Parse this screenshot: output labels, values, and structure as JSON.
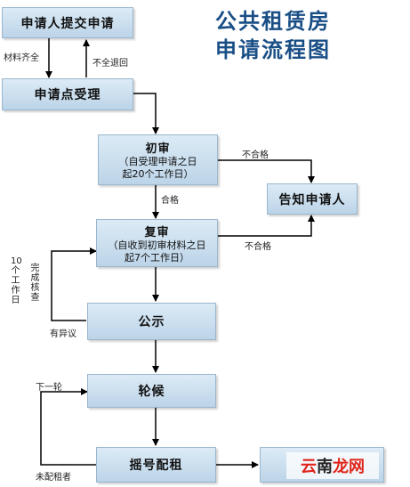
{
  "title": {
    "line1": "公共租赁房",
    "line2": "申请流程图"
  },
  "nodes": {
    "submit": "申请人提交申请",
    "accept": "申请点受理",
    "first_review": {
      "title": "初审",
      "line1": "（自受理申请之日",
      "line2": "起20个工作日）"
    },
    "notify": "告知申请人",
    "second_review": {
      "title": "复审",
      "line1": "（自收到初审材料之日",
      "line2": "起7个工作日）"
    },
    "publicity": "公示",
    "waiting": "轮候",
    "lottery": "摇号配租"
  },
  "labels": {
    "materials_complete": "材料齐全",
    "incomplete_return": "不全退回",
    "pass": "合格",
    "fail_first": "不合格",
    "fail_second": "不合格",
    "objection": "有异议",
    "next_round": "下一轮",
    "not_allocated": "未配租者",
    "days": "10个工作日",
    "verify": "完成核查"
  },
  "watermark": {
    "part1": "云",
    "part2": "南",
    "part3": "龙网"
  },
  "colors": {
    "box_top": "#dcebf6",
    "box_bottom": "#bcd4e8",
    "title": "#1a4f86",
    "line": "#000000"
  }
}
